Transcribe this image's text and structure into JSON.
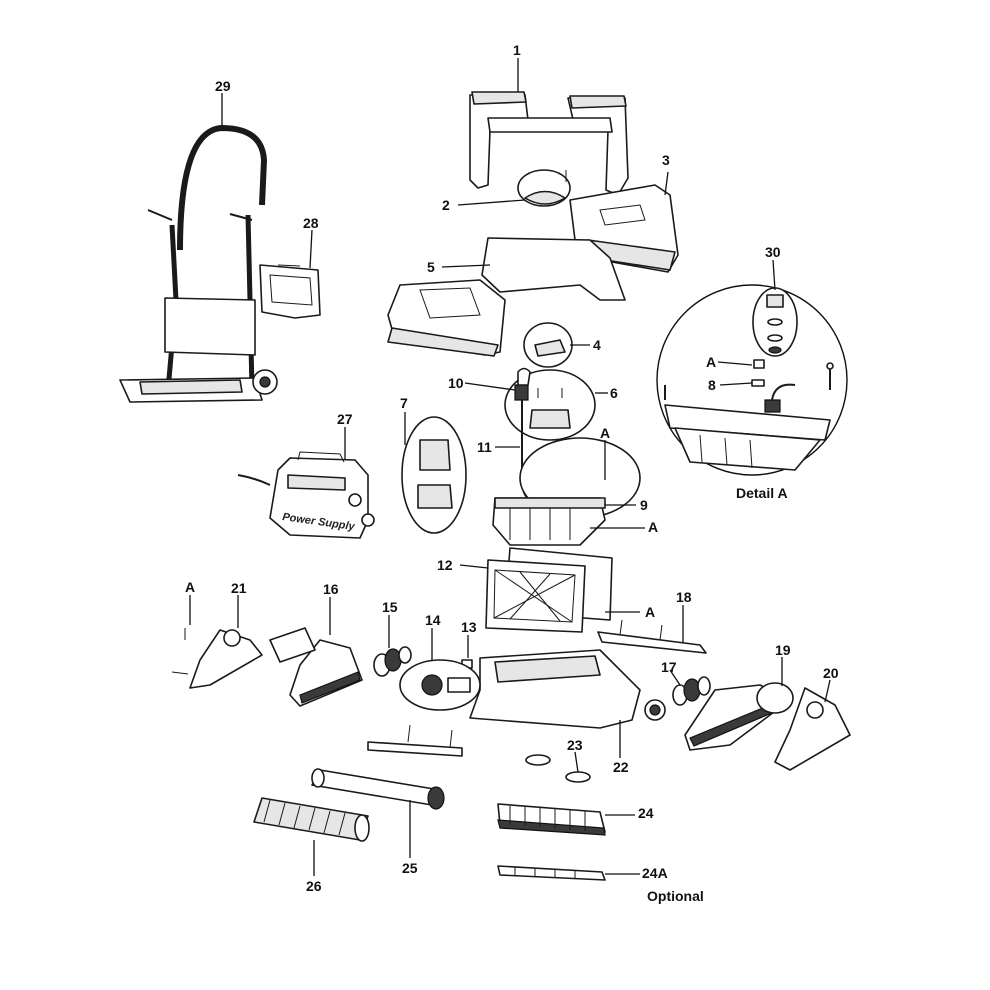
{
  "callouts": {
    "c1": "1",
    "c2": "2",
    "c3": "3",
    "c4": "4",
    "c5": "5",
    "c6": "6",
    "c7": "7",
    "c8": "8",
    "c9": "9",
    "c10": "10",
    "c11": "11",
    "c12": "12",
    "c13": "13",
    "c14": "14",
    "c15": "15",
    "c16": "16",
    "c17": "17",
    "c18": "18",
    "c19": "19",
    "c20": "20",
    "c21": "21",
    "c22": "22",
    "c23": "23",
    "c24": "24",
    "c24a": "24A",
    "c25": "25",
    "c26": "26",
    "c27": "27",
    "c28": "28",
    "c29": "29",
    "c30": "30",
    "a_detail": "A",
    "a_6": "A",
    "a_9": "A",
    "a_12": "A",
    "a_21": "A"
  },
  "captions": {
    "detail": "Detail A",
    "optional": "Optional",
    "power_supply_label": "Power Supply"
  }
}
